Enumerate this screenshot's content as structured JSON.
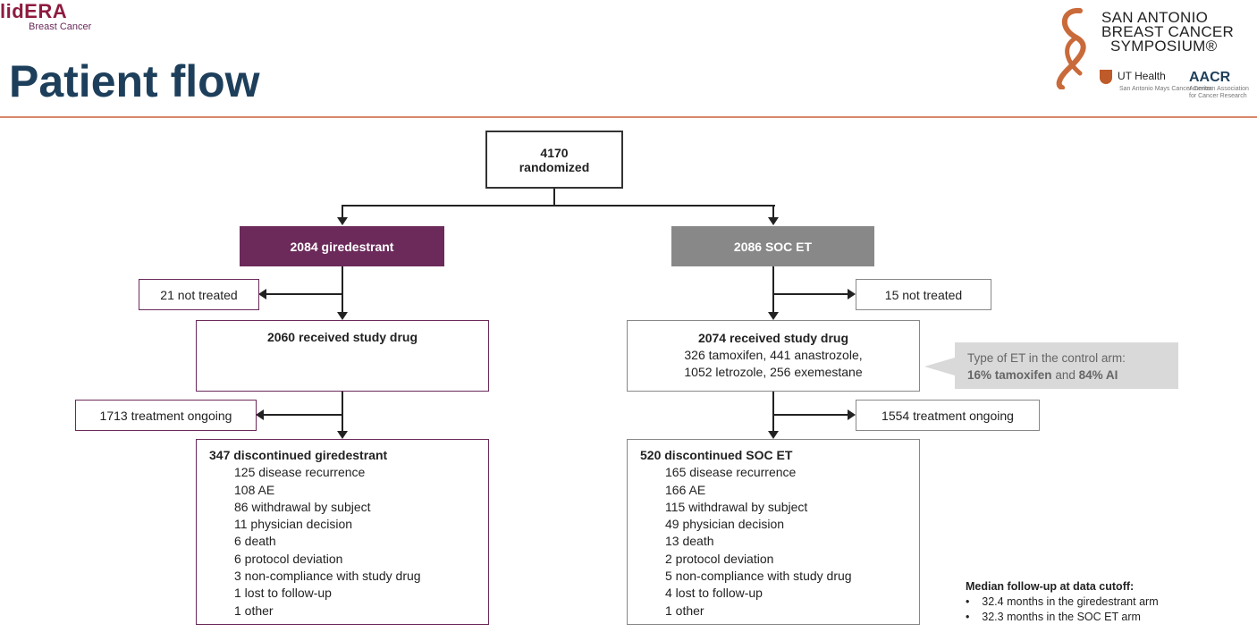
{
  "header": {
    "logo_name": "lidERA",
    "logo_subtitle": "Breast Cancer",
    "title": "Patient flow",
    "sabcs_lines": [
      "SAN ANTONIO",
      "BREAST CANCER",
      "SYMPOSIUM®"
    ],
    "ut_health": "UT Health",
    "ut_health_sub": "San Antonio Mays Cancer Center",
    "aacr": "AACR",
    "aacr_sub": "American Association for Cancer Research",
    "rule_color": "#d9876a"
  },
  "flow": {
    "top": {
      "line1": "4170",
      "line2": "randomized"
    },
    "left": {
      "arm": "2084 giredestrant",
      "arm_color": "#6b2a5a",
      "not_treated": "21 not treated",
      "received": "2060 received study drug",
      "ongoing": "1713 treatment ongoing",
      "discontinued_title": "347 discontinued giredestrant",
      "reasons": [
        "125 disease recurrence",
        "108 AE",
        "86 withdrawal by subject",
        "11 physician decision",
        "6 death",
        "6 protocol deviation",
        "3 non-compliance with study drug",
        "1 lost to follow-up",
        "1 other"
      ]
    },
    "right": {
      "arm": "2086 SOC ET",
      "arm_color": "#888888",
      "not_treated": "15 not treated",
      "received": "2074 received study drug",
      "received_detail_1": "326 tamoxifen, 441 anastrozole,",
      "received_detail_2": "1052 letrozole, 256 exemestane",
      "ongoing": "1554 treatment ongoing",
      "discontinued_title": "520 discontinued SOC ET",
      "reasons": [
        "165 disease recurrence",
        "166 AE",
        "115 withdrawal by subject",
        "49 physician decision",
        "13 death",
        "2 protocol deviation",
        "5 non-compliance with study drug",
        "4 lost to follow-up",
        "1 other"
      ]
    }
  },
  "callout": {
    "line1": "Type of ET in the control arm:",
    "tamoxifen": "16% tamoxifen",
    "and": "and",
    "ai": "84% AI"
  },
  "followup": {
    "title": "Median follow-up at data cutoff:",
    "items": [
      "32.4 months in the giredestrant arm",
      "32.3 months in the SOC ET arm"
    ]
  }
}
